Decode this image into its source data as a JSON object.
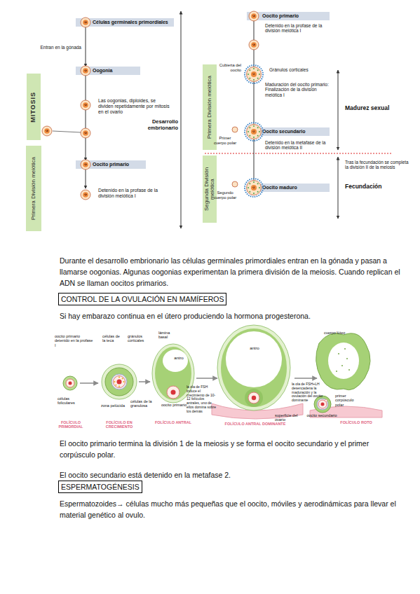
{
  "diagram": {
    "nodes": [
      {
        "text": [
          "MITOSIS"
        ]
      },
      {
        "text": [
          "Células germinales primordiales"
        ]
      },
      {
        "text": [
          "Oogonia"
        ]
      },
      {
        "text": [
          "Oocito primario"
        ]
      },
      {
        "text": [
          "Primera División meiótica"
        ]
      },
      {
        "text": [
          "Primera División meiótica"
        ]
      },
      {
        "text": [
          "Oocito primario"
        ]
      },
      {
        "text": [
          "Oocito secundario"
        ]
      },
      {
        "text": [
          "Segunda División meiótica"
        ]
      },
      {
        "text": [
          "Oocito maduro"
        ]
      },
      {
        "text": [
          "CONTROL DE LA OVULACIÓN EN MAMÍFEROS"
        ]
      },
      {
        "text": [
          "ESPERMATOGÉNESIS"
        ]
      }
    ],
    "edges": [
      {
        "from": 1,
        "to": 2,
        "arrow": "to",
        "label": "Entran en la gónada"
      },
      {
        "from": 2,
        "to": 3,
        "arrow": "to"
      },
      {
        "from": 6,
        "to": 7,
        "arrow": "to"
      },
      {
        "from": 7,
        "to": 9,
        "arrow": "to"
      }
    ],
    "labels": [
      "Las oogonias, diploides, se dividen repetidamente por mitosis en el ovario",
      "Detenido en la profase de la división meiótica I",
      "Desarrollo embrionario",
      "Detenido en la profase de la división meiótica I",
      "Cubierta del oocito",
      "Gránulos corticales",
      "Maduración del oocito primario: Finalización de la división meiótica I",
      "Madurez sexual",
      "Primer cuerpo polar",
      "Detenido en la metafase de la división meiótica II",
      "Segundo cuerpo polar",
      "Tras la fecundación se completa la división II de la meiosis",
      "Fecundación",
      "Durante el desarrollo embrionario las células germinales primordiales entran en la gónada y pasan a llamarse oogonias. Algunas oogonias experimentan la primera división de la meiosis. Cuando replican el ADN se llaman oocitos primarios.",
      "Si hay embarazo continua en el útero produciendo la hormona progesterona.",
      "oocito primario detenido en la profase I",
      "células foliculares",
      "células de la teca",
      "gránulos corticales",
      "zona pelúcida",
      "células de la granulosa",
      "lámina basal",
      "antro",
      "oocito primario",
      "antro",
      "la ola de FSH induce el crecimiento de 10-12 folículos antrales, uno de ellos domina sobre los demás",
      "superficie del ovario",
      "la ola de FSH+LH desencadena la maduración y la ovulación del oocito dominante",
      "cuerpo lúteo",
      "primer corpúsculo polar",
      "oocito secundario",
      "FOLÍCULO PRIMORDIAL",
      "FOLÍCULO EN CRECIMIENTO",
      "FOLÍCULO ANTRAL",
      "FOLÍCULO ANTRAL DOMINANTE",
      "FOLÍCULO ROTO",
      "El oocito primario termina la división 1 de la meiosis y se forma el oocito secundario y el primer corpúsculo polar.",
      "El oocito secundario está detenido en la metafase 2.",
      "Espermatozoides→ células mucho más pequeñas que el oocito, móviles y aerodinámicas para llevar el material genético al ovulo."
    ]
  }
}
